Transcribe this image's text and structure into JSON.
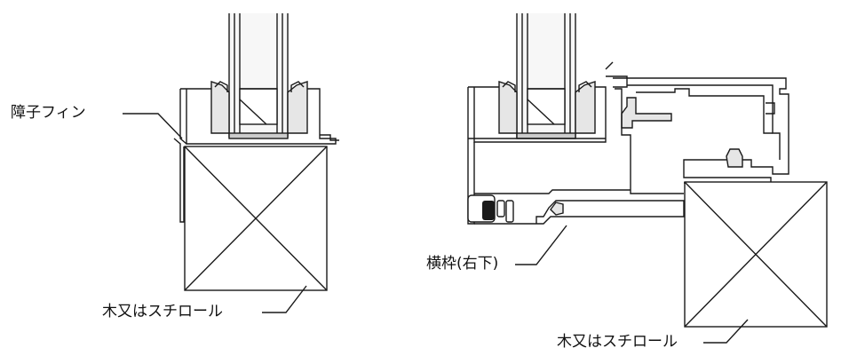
{
  "labels": {
    "left_fin": "障子フィン",
    "left_wood": "木又はスチロール",
    "right_frame": "横枠(右下)",
    "right_wood": "木又はスチロール"
  },
  "colors": {
    "line": "#1a1a1a",
    "glass": "#f2f2f2",
    "profile_gray": "#d9d9d9",
    "background": "#ffffff"
  }
}
